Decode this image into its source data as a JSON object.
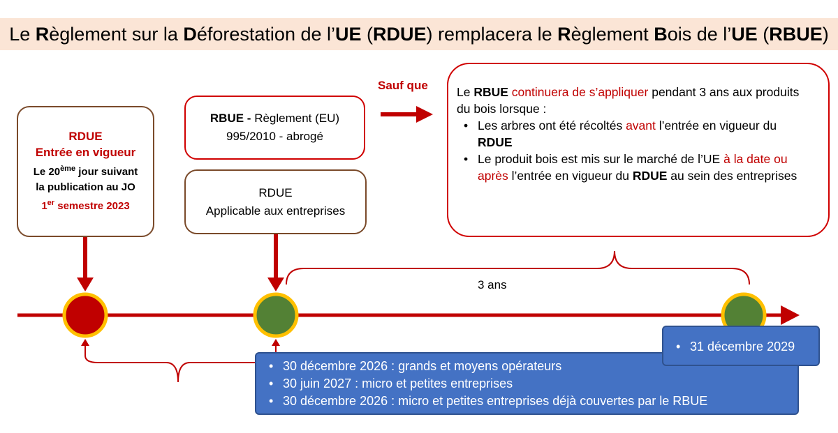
{
  "banner": {
    "p1": "Le ",
    "p2": "R",
    "p3": "èglement sur la ",
    "p4": "D",
    "p5": "éforestation de l’",
    "p6": "UE",
    "p7": " (",
    "p8": "RDUE",
    "p9": ") remplacera le ",
    "p10": "R",
    "p11": "èglement ",
    "p12": "B",
    "p13": "ois de l’",
    "p14": "UE",
    "p15": " (",
    "p16": "RBUE",
    "p17": ")"
  },
  "box_entry": {
    "title": "RDUE",
    "subtitle": "Entrée en vigueur",
    "line1_pre": "Le 20",
    "line1_sup": "ème",
    "line1_post": " jour suivant",
    "line2": "la publication au JO",
    "line3_pre": "1",
    "line3_sup": "er",
    "line3_post": " semestre 2023"
  },
  "box_rbue": {
    "bold": "RBUE -",
    "rest1": " Règlement (EU)",
    "line2": "995/2010 - abrogé"
  },
  "box_rdue_app": {
    "line1": "RDUE",
    "line2": "Applicable aux entreprises"
  },
  "sauf_que": "Sauf que",
  "note": {
    "p1": "Le ",
    "p2": "RBUE",
    "p3": " continuera de s’appliquer",
    "p4": " pendant 3 ans aux produits du bois lorsque :",
    "b1_p1": "Les arbres ont été récoltés ",
    "b1_p2": "avant",
    "b1_p3": " l’entrée en vigueur du ",
    "b1_p4": "RDUE",
    "b2_p1": "Le produit bois est mis sur le marché de l’UE ",
    "b2_p2": "à la date ou après",
    "b2_p3": " l’entrée en vigueur du ",
    "b2_p4": "RDUE",
    "b2_p5": " au sein des entreprises"
  },
  "duration_label": "3 ans",
  "end_date": "31 décembre 2029",
  "deadlines": [
    "30 décembre 2026 : grands et moyens opérateurs",
    "30 juin 2027 : micro et petites entreprises",
    "30 décembre 2026 : micro et petites entreprises déjà couvertes par le RBUE"
  ],
  "colors": {
    "dark_red": "#c00000",
    "timeline_red": "#c00000",
    "green": "#538135",
    "gold": "#ffc000",
    "blue": "#4472c4",
    "banner_bg": "#fbe5d6",
    "brown": "#7a4a2a"
  }
}
